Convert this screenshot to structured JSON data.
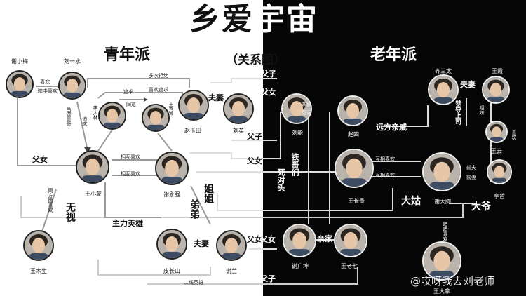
{
  "title": {
    "left": "乡爱",
    "right": "宇宙"
  },
  "subtitle": "（关系图）",
  "factions": {
    "young": "青年派",
    "old": "老年派"
  },
  "people": {
    "xie_xiaomei": "谢小梅",
    "liu_yishui": "刘一水",
    "li_dalin": "李大林",
    "wang_xiaoxiu": "王秀秀",
    "zhao_yutian": "赵玉田",
    "liu_ying": "刘英",
    "liu_neng": "刘能",
    "zhao_si": "赵四",
    "qi_santai": "齐三太",
    "wang_xia": "王霞",
    "wang_yun": "王云",
    "li_zhe": "李哲",
    "wang_xiaomeng": "王小蒙",
    "xie_yongqiang": "谢永强",
    "wang_changgui": "王长贵",
    "xie_dajiao": "谢大脚",
    "wang_musheng": "王木生",
    "pi_changshan": "皮长山",
    "xie_lan": "谢兰",
    "xie_guangkun": "谢广坤",
    "wang_laoqi": "王老七",
    "wang_dalan": "王大拿"
  },
  "relations": {
    "xiaomei_yishui_top": "喜欢",
    "xiaomei_yishui_bottom": "暗中喜欢",
    "duoci_jujue": "多次拒绝",
    "xihuan_zhuiqiu": "喜欢追求",
    "zhuiqiu_top": "追求",
    "tongyi": "同意",
    "fuqi_zhao_liu": "夫妻",
    "dang_jiaohao": "当做哥哥",
    "zhuiqiu_vert": "追求",
    "fuzi_1": "父子",
    "funv_1": "父女",
    "qinjia_1": "亲家",
    "yuanjia": "冤家",
    "yuanfang_qinqi": "远方亲戚",
    "fuqi_qi_wang": "夫妻",
    "lingdao_shangsi": "领导上司",
    "jiemei": "姐妹",
    "xihuan_yun": "喜欢",
    "funv_left": "父女",
    "xiang_xihuan_1": "相互喜欢",
    "xiang_xihuan_2": "相互喜欢",
    "fuzi_2": "父子",
    "funv_2": "父女",
    "funv_3": "父女",
    "tie_gemen": "铁哥们",
    "si_duitou": "死对头",
    "hu_xiang_xihuan": "互相喜欢",
    "hu_xiang_xihuan_2": "互相喜欢",
    "qianfu": "前夫",
    "qianqi": "前妻",
    "tongfang_jiaohuan": "同方面喜欢",
    "wushi": "无视",
    "didi": "弟弟",
    "jiejie": "姐姐",
    "zhuli_yingxiong": "主力英雄",
    "dagu": "大姑",
    "daye": "大爷",
    "xiaohui_xihuan": "暗暗喜欢",
    "fuqi_pi_xie": "夫妻",
    "funv_4": "父女",
    "qinjia_2": "亲家",
    "fuzi_3": "父子",
    "erxian_yingxiong": "二线英雄"
  },
  "watermark": "@哎呀我去刘老师",
  "colors": {
    "left_bg": "#ffffff",
    "right_bg": "#060606",
    "line": "#888888"
  }
}
